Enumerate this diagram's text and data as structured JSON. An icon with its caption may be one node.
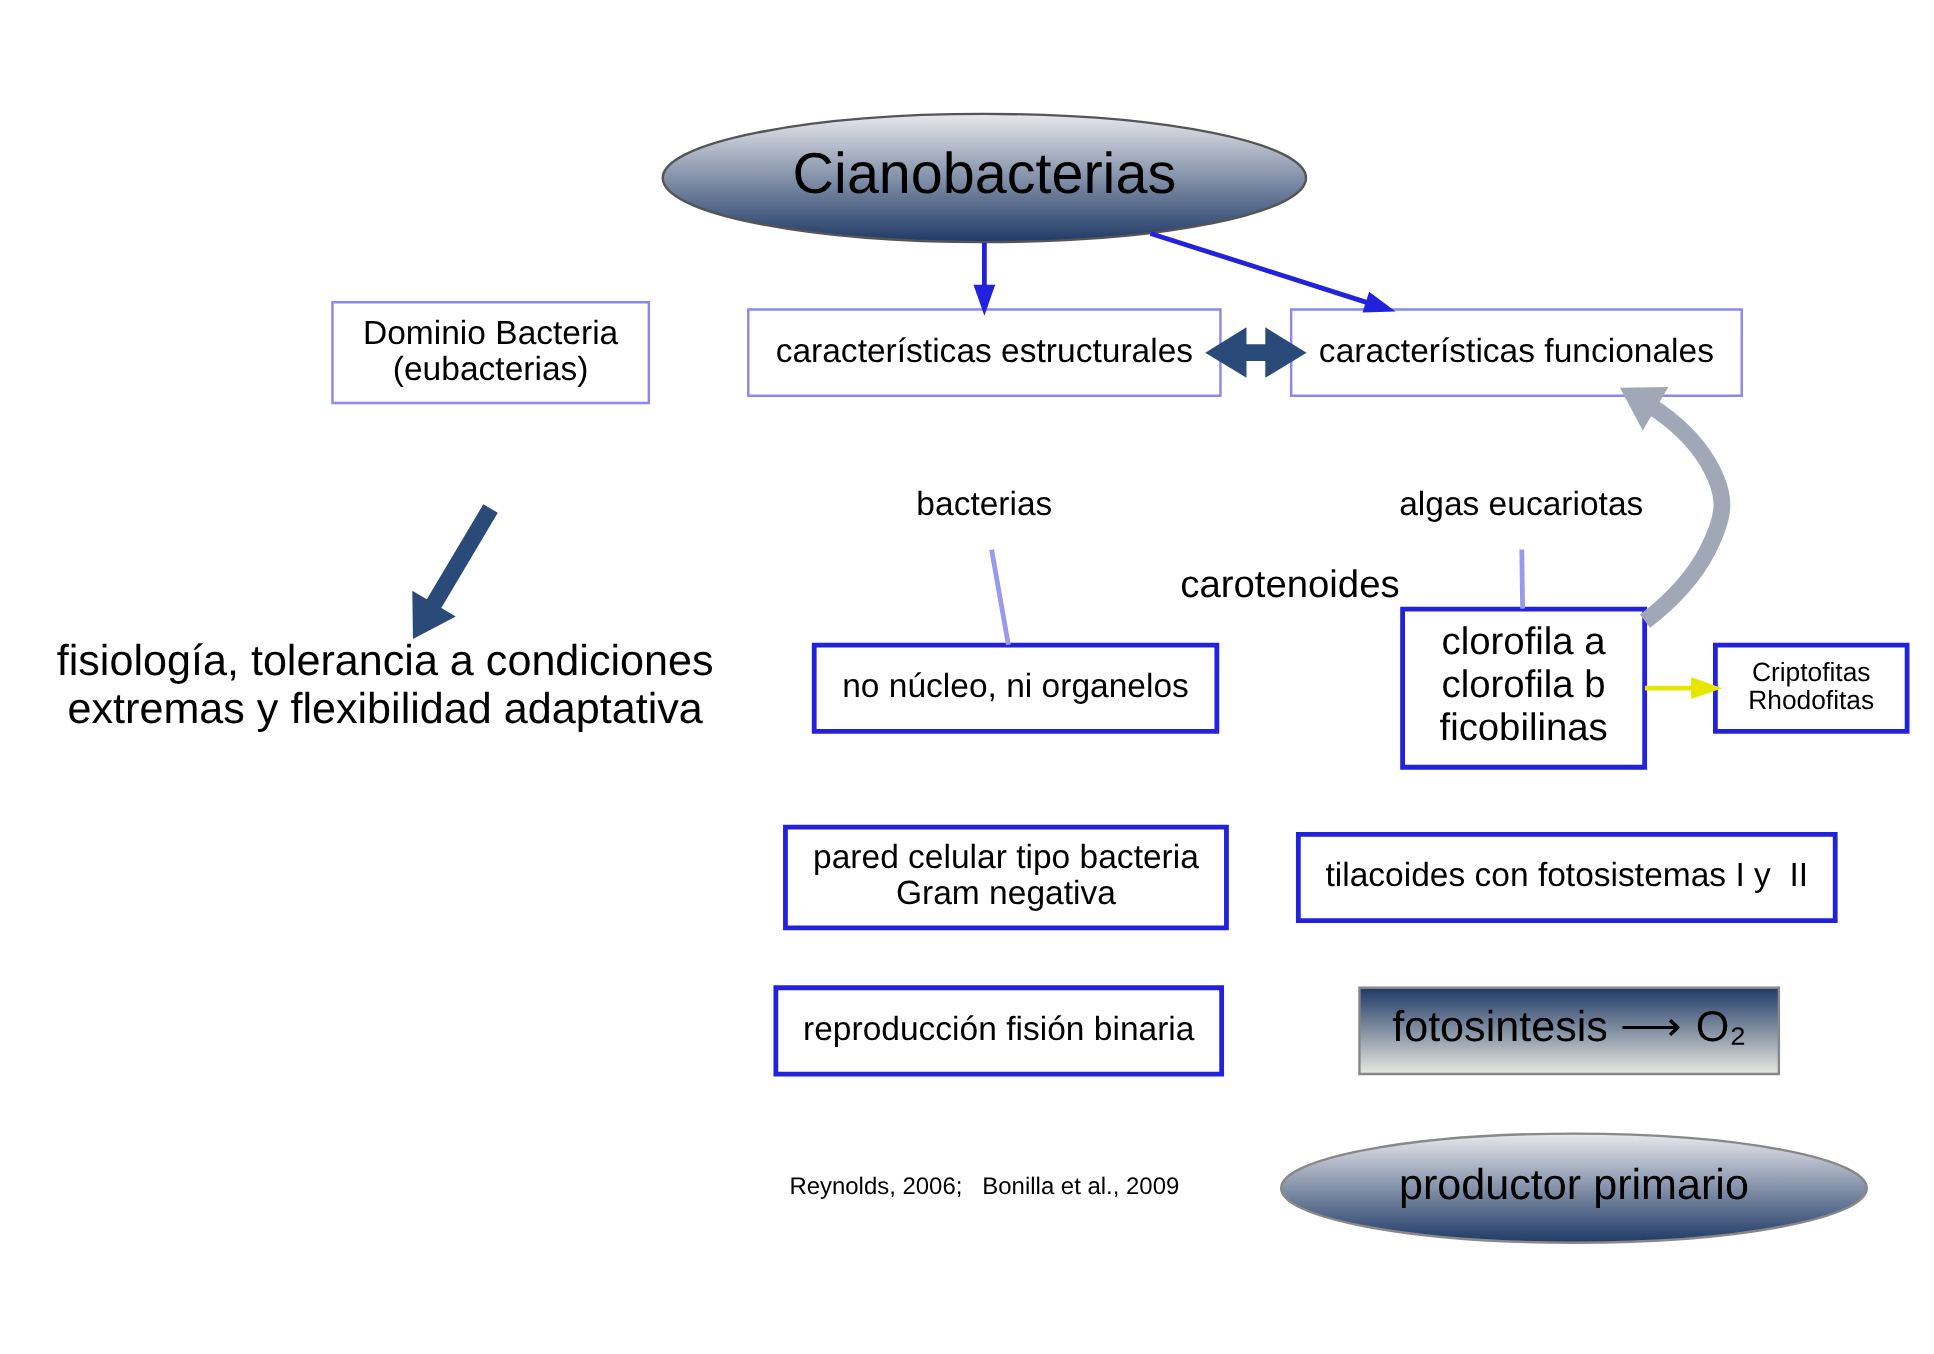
{
  "diagram": {
    "nodes": [
      {
        "text": [
          "Cianobacterias"
        ]
      },
      {
        "text": [
          "Dominio Bacteria (eubacterias)"
        ]
      },
      {
        "text": [
          "características estructurales"
        ]
      },
      {
        "text": [
          "características funcionales"
        ]
      },
      {
        "text": [
          "bacterias"
        ]
      },
      {
        "text": [
          "algas eucariotas"
        ]
      },
      {
        "text": [
          "fisiología, tolerancia a condiciones extremas y flexibilidad adaptativa"
        ]
      },
      {
        "text": [
          "no núcleo, ni organelos"
        ]
      },
      {
        "text": [
          "pared celular tipo bacteria Gram negativa"
        ]
      },
      {
        "text": [
          "reproducción fisión binaria"
        ]
      },
      {
        "text": [
          "clorofila a",
          "clorofila b",
          "ficobilinas"
        ],
        "beside": [
          "carotenoides"
        ]
      },
      {
        "text": [
          "Criptofitas Rhodofitas"
        ]
      },
      {
        "text": [
          "tilacoides con fotosistemas I y  II"
        ]
      },
      {
        "text": [
          "fotosintesis ⟶ O₂"
        ]
      },
      {
        "text": [
          "productor primario"
        ]
      }
    ],
    "edges": [
      {
        "from": 0,
        "to": 2,
        "arrow": "to"
      },
      {
        "from": 0,
        "to": 3,
        "arrow": "to"
      },
      {
        "from": 2,
        "to": 3,
        "arrow": "both",
        "style": "thick",
        "color": "#2a4a7a"
      },
      {
        "from": null,
        "to": 6,
        "arrow": "to",
        "style": "thick",
        "color": "#2a4a7a"
      },
      {
        "from": 4,
        "to": 7,
        "arrow": "none",
        "color": "#9999ee"
      },
      {
        "from": 5,
        "to": 10,
        "arrow": "none",
        "color": "#9999ee"
      },
      {
        "from": 10,
        "to": 3,
        "arrow": "to",
        "style": "thick",
        "color": "#a0a8b8"
      },
      {
        "from": 10,
        "to": 11,
        "arrow": "to",
        "color": "#e6e600"
      }
    ],
    "labels": [
      "Reynolds, 2006;   Bonilla et al., 2009"
    ]
  }
}
